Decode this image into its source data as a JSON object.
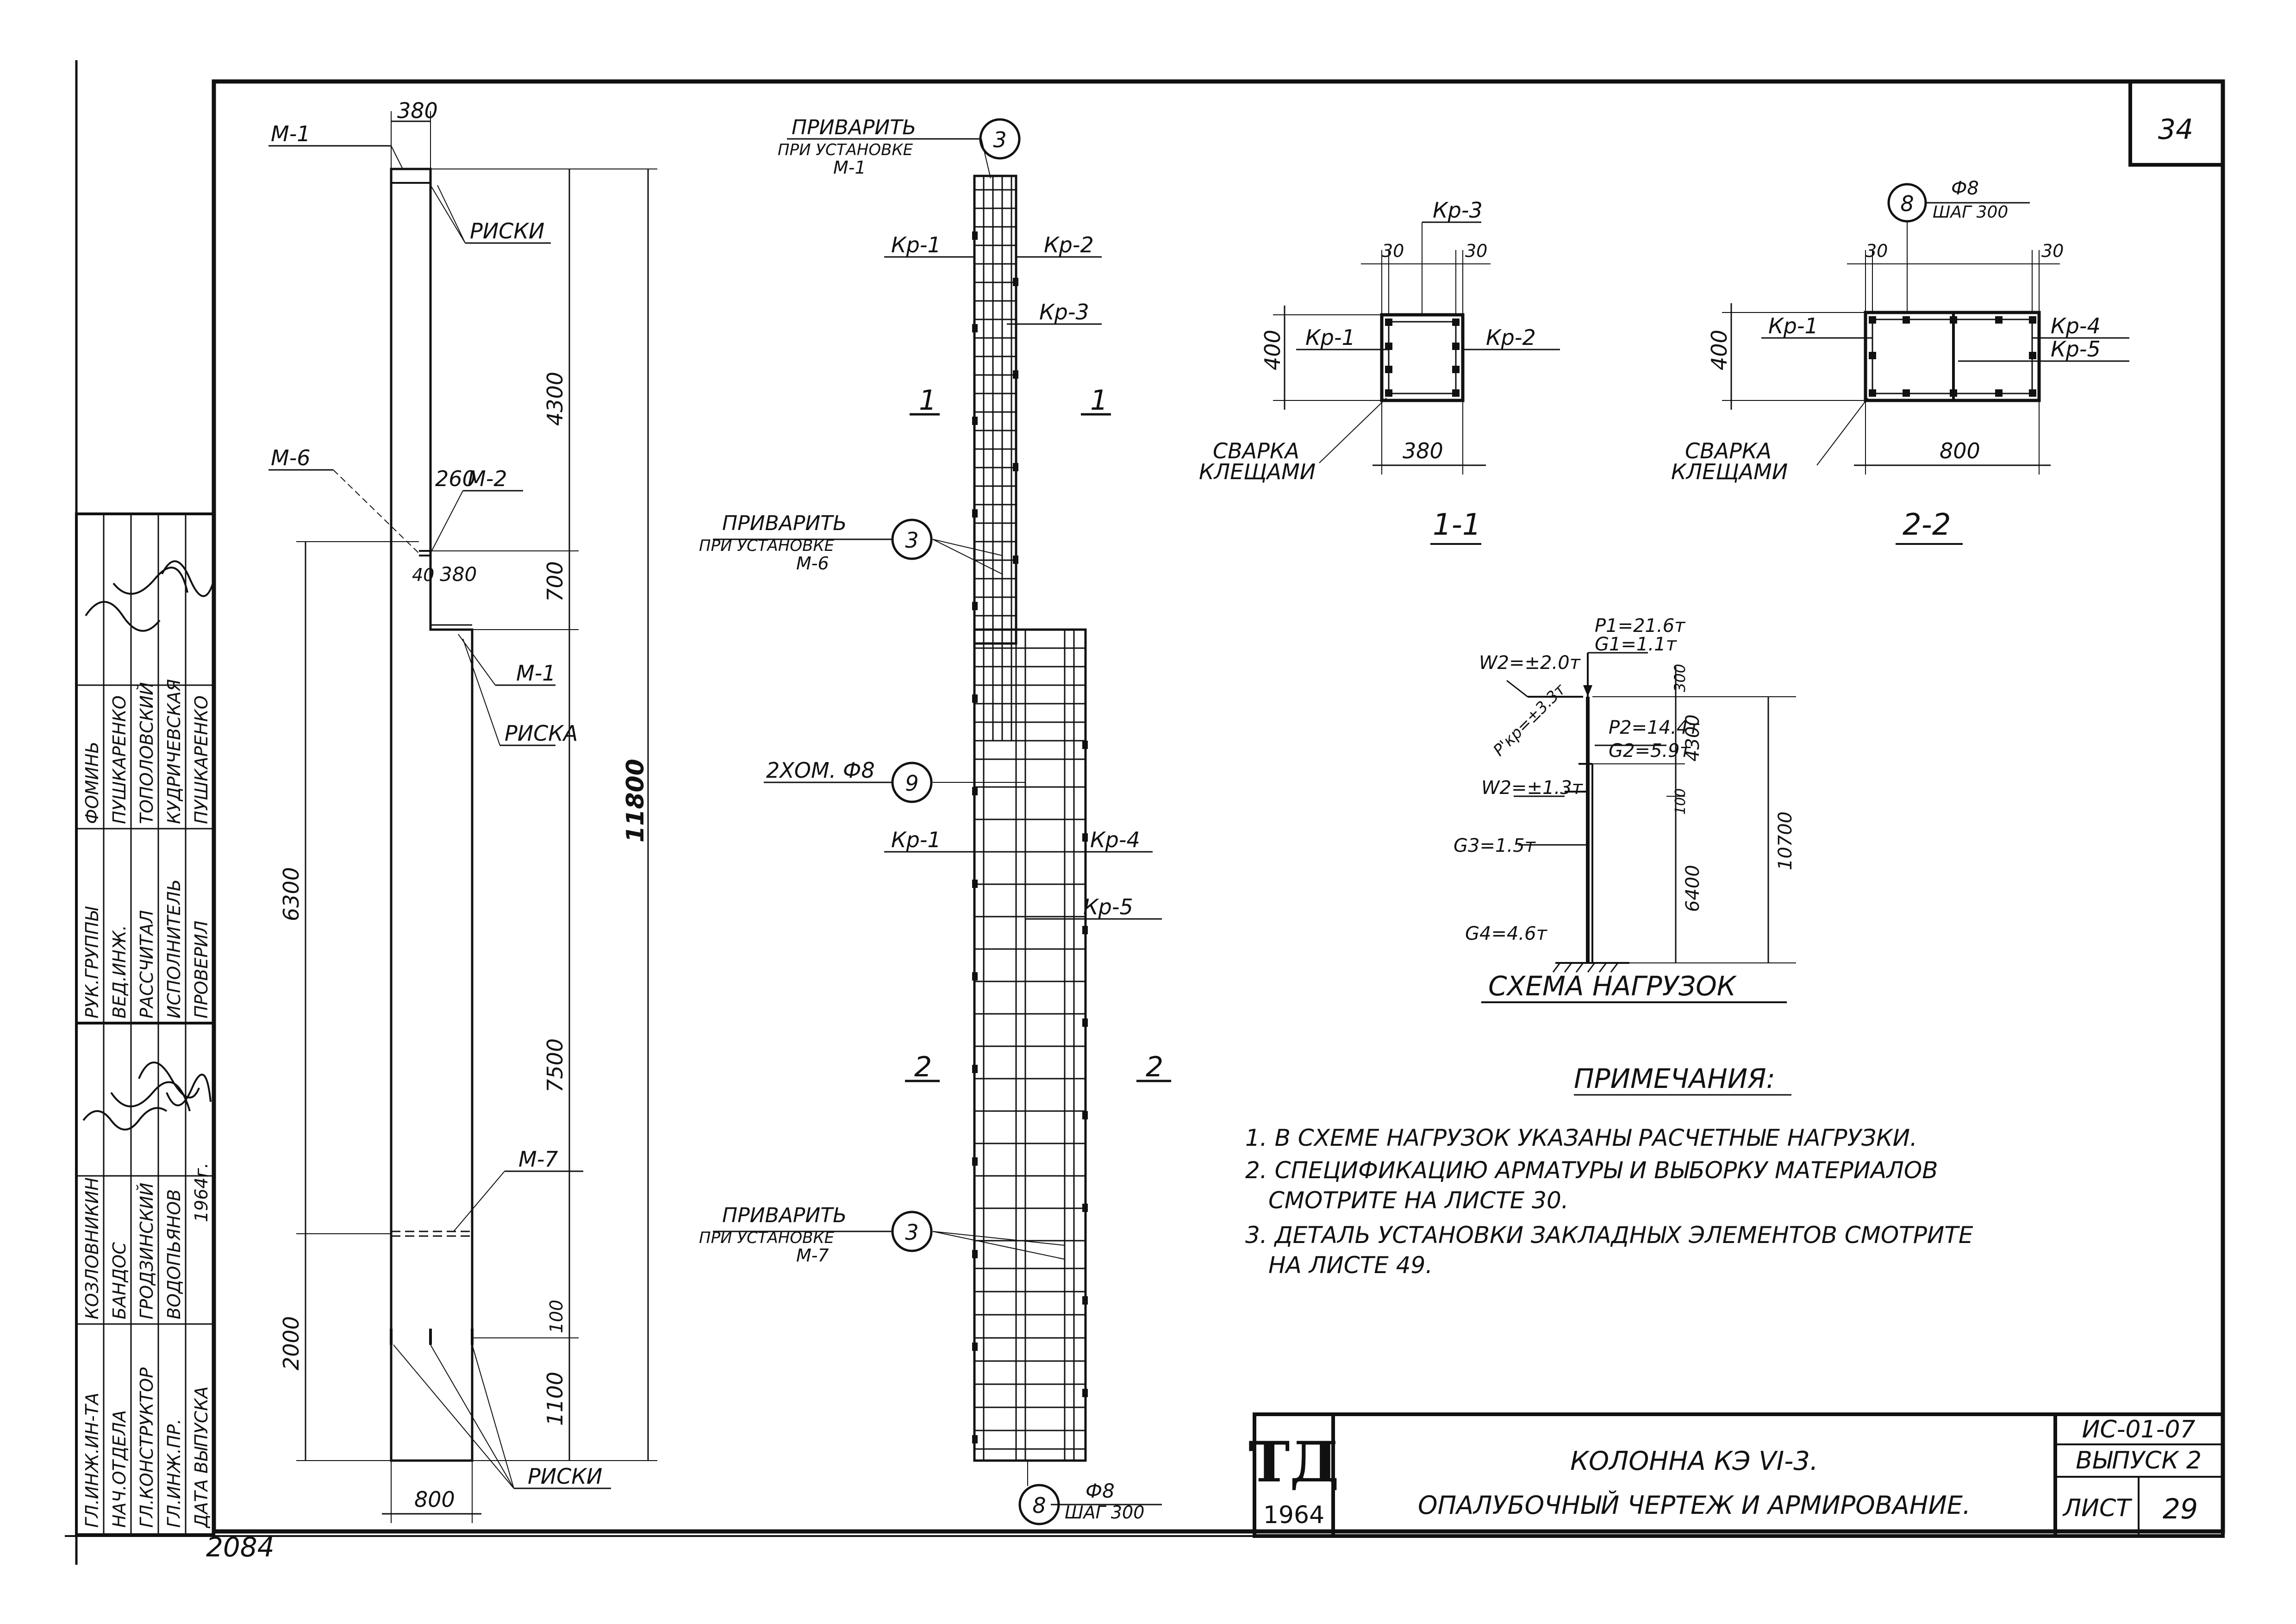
{
  "sheet": {
    "page_number": "34",
    "stamp_bottom_left": "2084",
    "logo": {
      "letters": "ТД",
      "year": "1964"
    }
  },
  "title_block": {
    "title_line1": "КОЛОННА КЭ VI-3.",
    "title_line2": "ОПАЛУБОЧНЫЙ ЧЕРТЕЖ И АРМИРОВАНИЕ.",
    "code": "ИС-01-07",
    "issue": "ВЫПУСК 2",
    "sheet_label": "ЛИСТ",
    "sheet_no": "29"
  },
  "signatures": {
    "left_roles": [
      "ГЛ.ИНЖ.ИН-ТА",
      "НАЧ.ОТДЕЛА",
      "ГЛ.КОНСТРУКТОР",
      "ГЛ.ИНЖ.ПР.",
      "ДАТА ВЫПУСКА"
    ],
    "left_names": [
      "КОЗЛОВНИКИН",
      "БАНДОС",
      "ГРОДЗИНСКИЙ",
      "ВОДОПЬЯНОВ",
      "1964г."
    ],
    "right_roles": [
      "РУК.ГРУППЫ",
      "ВЕД.ИНЖ.",
      "РАССЧИТАЛ",
      "ИСПОЛНИТЕЛЬ",
      "ПРОВЕРИЛ"
    ],
    "right_names": [
      "ФОМИНЬ",
      "ПУШКАРЕНКО",
      "ТОПОЛОВСКИЙ",
      "КУДРИЧЕВСКАЯ",
      "ПУШКАРЕНКО"
    ]
  },
  "formwork": {
    "m1_top": "М-1",
    "top_width": "380",
    "riski_top": "РИСКИ",
    "m6": "М-6",
    "dim_260": "260",
    "m2": "М-2",
    "dim_40": "40",
    "dim_380b": "380",
    "m1_mid": "М-1",
    "riska": "РИСКА",
    "m7": "М-7",
    "riski_bottom": "РИСКИ",
    "bottom_width": "800",
    "dim_4300": "4300",
    "dim_700": "700",
    "dim_11800": "11800",
    "dim_6300": "6300",
    "dim_7500": "7500",
    "dim_2000": "2000",
    "dim_1100": "1100",
    "dim_100": "100"
  },
  "reinforcement": {
    "weld_top_line1": "ПРИВАРИТЬ",
    "weld_top_line2": "ПРИ УСТАНОВКЕ",
    "weld_top_line3": "М-1",
    "weld_mid_line1": "ПРИВАРИТЬ",
    "weld_mid_line2": "ПРИ УСТАНОВКЕ",
    "weld_mid_line3": "М-6",
    "weld_bot_line1": "ПРИВАРИТЬ",
    "weld_bot_line2": "ПРИ УСТАНОВКЕ",
    "weld_bot_line3": "М-7",
    "pos3": "3",
    "pos9": "9",
    "pos8": "8",
    "kp1_top": "Кр-1",
    "kp2_top": "Кр-2",
    "kp3_top": "Кр-3",
    "kp1_bot": "Кр-1",
    "kp4_bot": "Кр-4",
    "kp5_bot": "Кр-5",
    "clamps": "2ХОМ. Ф8",
    "bar_diam": "Ф8",
    "bar_step": "ШАГ 300",
    "cut1": "1",
    "cut2": "2"
  },
  "section11": {
    "kp3": "Кр-3",
    "kp1": "Кр-1",
    "kp2": "Кр-2",
    "dim_30a": "30",
    "dim_30b": "30",
    "dim_400": "400",
    "dim_380": "380",
    "weld1": "СВАРКА",
    "weld2": "КЛЕЩАМИ",
    "label": "1-1"
  },
  "section22": {
    "pos8": "8",
    "diam": "Ф8",
    "step": "ШАГ 300",
    "dim_30a": "30",
    "dim_30b": "30",
    "kp1": "Кр-1",
    "kp4": "Кр-4",
    "kp5": "Кр-5",
    "dim_400": "400",
    "dim_800": "800",
    "weld1": "СВАРКА",
    "weld2": "КЛЕЩАМИ",
    "label": "2-2"
  },
  "loads": {
    "w2_top": "W2=±2.0т",
    "p1": "P1=21.6т",
    "g1": "G1=1.1т",
    "dim_300": "300",
    "pcr": "P'кр=±3.3т",
    "p2": "P2=14.4т",
    "g2": "G2=5.9т",
    "w2_mid": "W2=±1.3т",
    "dim_4300": "4300",
    "dim_10700": "10700",
    "dim_100": "100",
    "g3": "G3=1.5т",
    "dim_6400": "6400",
    "g4": "G4=4.6т",
    "title": "СХЕМА НАГРУЗОК"
  },
  "notes": {
    "title": "ПРИМЕЧАНИЯ:",
    "n1": "1. В СХЕМЕ НАГРУЗОК УКАЗАНЫ РАСЧЕТНЫЕ НАГРУЗКИ.",
    "n2a": "2. СПЕЦИФИКАЦИЮ АРМАТУРЫ И ВЫБОРКУ МАТЕРИАЛОВ",
    "n2b": "СМОТРИТЕ НА ЛИСТЕ 30.",
    "n3a": "3. ДЕТАЛЬ УСТАНОВКИ ЗАКЛАДНЫХ ЭЛЕМЕНТОВ СМОТРИТЕ",
    "n3b": "НА ЛИСТЕ 49."
  }
}
